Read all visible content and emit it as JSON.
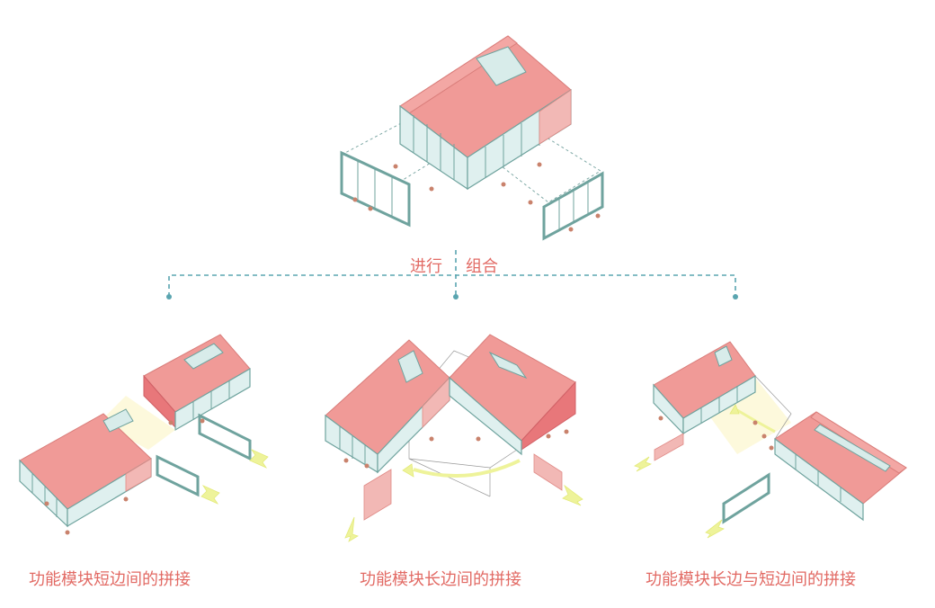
{
  "top_labels": {
    "left": "进行",
    "right": "组合"
  },
  "captions": [
    "功能模块短边间的拼接",
    "功能模块长边间的拼接",
    "功能模块长边与短边间的拼接"
  ],
  "colors": {
    "roof": "#f09a97",
    "frame": "#6fa39e",
    "label": "#e26a64",
    "connector": "#5aa5b0",
    "arrow": "#eef39a"
  },
  "icons": [
    "house-module-icon",
    "glass-panel-icon",
    "brick-wall-icon",
    "flow-arrow-icon"
  ]
}
